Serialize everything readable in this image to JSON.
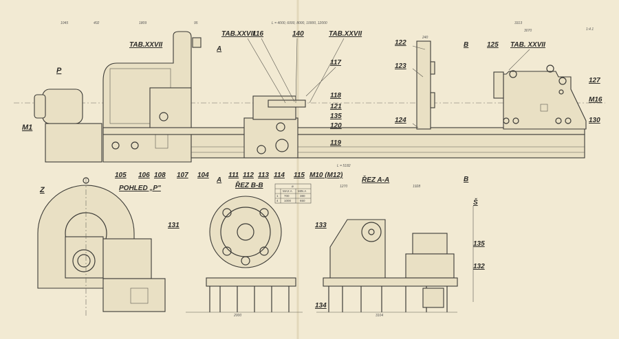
{
  "title": "Lathe general arrangement drawing",
  "dimensions_top": {
    "d1": "1045",
    "d2": "402",
    "d3": "1809",
    "d4": "95",
    "length_series": "L = 4000, 6000, 8000, 10000, 12000",
    "d5": "3313",
    "d6": "3070",
    "d7": "240",
    "d8": "1:4.1"
  },
  "callouts_top": {
    "tab_headstock": "TAB.XXVII",
    "tab_carriage": "TAB.XXVII",
    "c116": "116",
    "c140": "140",
    "tab_apron": "TAB.XXVII",
    "c117": "117",
    "c118": "118",
    "c121": "121",
    "c135": "135",
    "c120": "120",
    "c119": "119",
    "c122": "122",
    "c123": "123",
    "c124": "124",
    "c125": "125",
    "tab_tailstock": "TAB. XXVII",
    "c127": "127",
    "m16": "M16",
    "c130": "130",
    "view_p": "P",
    "m1": "M1",
    "section_a": "A",
    "section_b": "B"
  },
  "callouts_bottom": {
    "c105": "105",
    "c106": "106",
    "c108": "108",
    "c107": "107",
    "c104": "104",
    "c111": "111",
    "c112": "112",
    "c113": "113",
    "c114": "114",
    "c115": "115",
    "m10": "M10 (M12)",
    "section_a": "A",
    "section_b": "B",
    "rez_bb": "ŘEZ B-B",
    "rez_aa": "ŘEZ A-A",
    "pohled_p": "POHLED „P\"",
    "z": "Z",
    "c131": "131",
    "c133": "133",
    "c135": "135",
    "c132": "132",
    "c134": "134",
    "s": "Š"
  },
  "dimensions_bottom": {
    "d1": "2000",
    "d2": "3104",
    "d3": "1928",
    "d4": "1270",
    "d5": "L = 5182"
  },
  "table": {
    "header": "ø",
    "cols": [
      "MAX A",
      "MIN A"
    ],
    "rows": [
      [
        "1",
        "700",
        "380"
      ],
      [
        "4",
        "1000",
        "650"
      ]
    ]
  }
}
